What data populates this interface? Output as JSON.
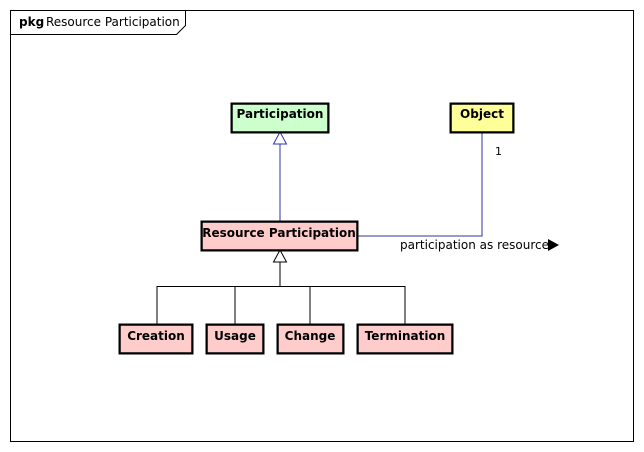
{
  "frame": {
    "keyword": "pkg",
    "name": "Resource Participation"
  },
  "colors": {
    "green": "#ccffcc",
    "yellow": "#ffff99",
    "pink": "#ffcccc",
    "generalization_blue": "#3333aa",
    "association_blue": "#333399"
  },
  "classes": {
    "participation": "Participation",
    "object": "Object",
    "resource_participation": "Resource Participation",
    "creation": "Creation",
    "usage": "Usage",
    "change": "Change",
    "termination": "Termination"
  },
  "association": {
    "name": "participation as resource",
    "multiplicity": "1"
  }
}
